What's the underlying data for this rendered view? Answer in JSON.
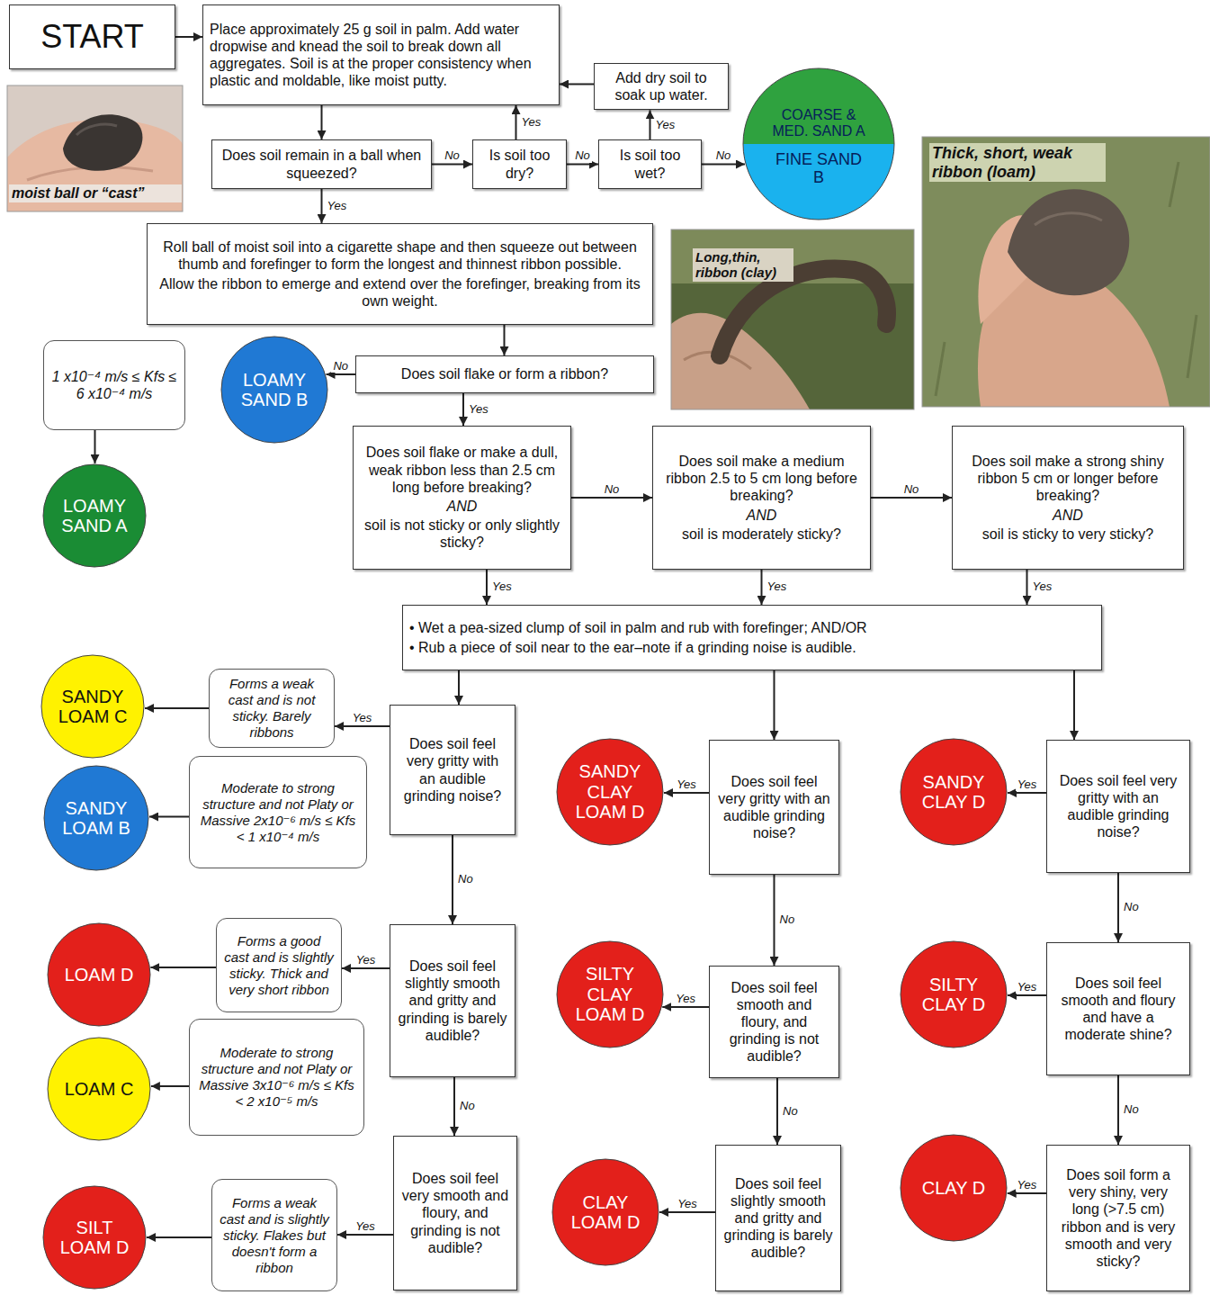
{
  "diagram": {
    "nodes": [
      {
        "text": [
          "START"
        ]
      },
      {
        "text": [
          "Place approximately 25 g soil in palm. Add water dropwise and knead the soil to break down all aggregates. Soil is at the proper consistency when plastic and moldable, like moist putty."
        ]
      },
      {
        "text": [
          "Does soil remain in a ball when squeezed?"
        ]
      },
      {
        "text": [
          "Is soil too dry?"
        ]
      },
      {
        "text": [
          "Add dry soil to soak up water."
        ]
      },
      {
        "text": [
          "Is soil too wet?"
        ]
      },
      {
        "text": [
          "COARSE & MED. SAND A",
          "FINE SAND B"
        ]
      },
      {
        "text": [
          "Roll ball of moist soil into a cigarette shape and then squeeze out between thumb and forefinger to form the longest and thinnest ribbon possible.",
          "Allow the ribbon to emerge and extend over the forefinger, breaking from its own weight."
        ]
      },
      {
        "text": [
          "LOAMY SAND B"
        ]
      },
      {
        "text": [
          "Does soil flake or form a ribbon?"
        ]
      },
      {
        "text": [
          "1 x10⁻⁴ m/s ≤ Kfs ≤ 6 x10⁻⁴ m/s"
        ]
      },
      {
        "text": [
          "LOAMY SAND A"
        ]
      },
      {
        "text": [
          "Does soil flake or make a dull, weak ribbon less than 2.5 cm long before breaking?",
          "AND",
          "soil is not sticky or only slightly sticky?"
        ]
      },
      {
        "text": [
          "Does soil make a medium ribbon 2.5 to 5 cm long before breaking?",
          "AND",
          "soil is moderately sticky?"
        ]
      },
      {
        "text": [
          "Does soil make a strong shiny ribbon 5 cm or longer before breaking?",
          "AND",
          "soil is sticky to very sticky?"
        ]
      },
      {
        "text": [
          "• Wet a pea-sized clump of soil in palm and rub with forefinger; AND/OR",
          "• Rub a piece of soil near to the ear–note if a grinding noise is audible."
        ]
      },
      {
        "text": [
          "Does soil feel very gritty with an audible grinding noise?"
        ]
      },
      {
        "text": [
          "Forms a weak cast and is not sticky. Barely ribbons"
        ]
      },
      {
        "text": [
          "SANDY LOAM C"
        ]
      },
      {
        "text": [
          "Moderate to strong structure and not Platy or Massive 2x10⁻⁶ m/s ≤ Kfs < 1 x10⁻⁴ m/s"
        ]
      },
      {
        "text": [
          "SANDY LOAM B"
        ]
      },
      {
        "text": [
          "SANDY CLAY LOAM D"
        ]
      },
      {
        "text": [
          "Does soil feel very gritty with an audible grinding noise?"
        ]
      },
      {
        "text": [
          "SANDY CLAY D"
        ]
      },
      {
        "text": [
          "Does soil feel very gritty with an audible grinding noise?"
        ]
      },
      {
        "text": [
          "Does soil feel slightly smooth and gritty and grinding is barely audible?"
        ]
      },
      {
        "text": [
          "Forms a good cast and is slightly sticky. Thick and very short ribbon"
        ]
      },
      {
        "text": [
          "LOAM D"
        ]
      },
      {
        "text": [
          "Moderate to strong structure and not Platy or Massive 3x10⁻⁶ m/s ≤ Kfs < 2 x10⁻⁵ m/s"
        ]
      },
      {
        "text": [
          "LOAM C"
        ]
      },
      {
        "text": [
          "SILTY CLAY LOAM D"
        ]
      },
      {
        "text": [
          "Does soil feel smooth and floury, and grinding is not audible?"
        ]
      },
      {
        "text": [
          "SILTY CLAY D"
        ]
      },
      {
        "text": [
          "Does soil feel smooth and floury and have a moderate shine?"
        ]
      },
      {
        "text": [
          "Does soil feel very smooth and floury, and grinding is not audible?"
        ]
      },
      {
        "text": [
          "Forms a weak cast and is slightly sticky. Flakes but doesn't form a ribbon"
        ]
      },
      {
        "text": [
          "SILT LOAM D"
        ]
      },
      {
        "text": [
          "CLAY LOAM D"
        ]
      },
      {
        "text": [
          "Does soil feel slightly smooth and gritty and grinding is barely audible?"
        ]
      },
      {
        "text": [
          "CLAY D"
        ]
      },
      {
        "text": [
          "Does soil form a very shiny, very long (>7.5 cm) ribbon and is very smooth and very sticky?"
        ]
      }
    ],
    "edges": [
      {
        "from": 0,
        "to": 1,
        "arrow": "to"
      },
      {
        "from": 1,
        "to": 2,
        "arrow": "to"
      },
      {
        "from": 2,
        "to": 3,
        "label": "No",
        "arrow": "to"
      },
      {
        "from": 3,
        "to": 1,
        "label": "Yes",
        "arrow": "to"
      },
      {
        "from": 3,
        "to": 5,
        "label": "No",
        "arrow": "to"
      },
      {
        "from": 5,
        "to": 4,
        "label": "Yes",
        "arrow": "to"
      },
      {
        "from": 4,
        "to": 1,
        "arrow": "to"
      },
      {
        "from": 5,
        "to": 6,
        "label": "No",
        "arrow": "to"
      },
      {
        "from": 2,
        "to": 7,
        "label": "Yes",
        "arrow": "to"
      },
      {
        "from": 7,
        "to": 9,
        "arrow": "to"
      },
      {
        "from": 9,
        "to": 8,
        "label": "No",
        "arrow": "to"
      },
      {
        "from": 9,
        "to": 12,
        "label": "Yes",
        "arrow": "to"
      },
      {
        "from": 10,
        "to": 11,
        "arrow": "to"
      },
      {
        "from": 12,
        "to": 13,
        "label": "No",
        "arrow": "to"
      },
      {
        "from": 13,
        "to": 14,
        "label": "No",
        "arrow": "to"
      },
      {
        "from": 12,
        "to": 15,
        "label": "Yes",
        "arrow": "to"
      },
      {
        "from": 13,
        "to": 15,
        "label": "Yes",
        "arrow": "to"
      },
      {
        "from": 14,
        "to": 15,
        "label": "Yes",
        "arrow": "to"
      },
      {
        "from": 15,
        "to": 16,
        "arrow": "to"
      },
      {
        "from": 15,
        "to": 22,
        "arrow": "to"
      },
      {
        "from": 15,
        "to": 24,
        "arrow": "to"
      },
      {
        "from": 16,
        "to": 17,
        "label": "Yes",
        "arrow": "to"
      },
      {
        "from": 17,
        "to": 18,
        "arrow": "to"
      },
      {
        "from": 19,
        "to": 20,
        "arrow": "to"
      },
      {
        "from": 16,
        "to": 25,
        "label": "No",
        "arrow": "to"
      },
      {
        "from": 25,
        "to": 26,
        "label": "Yes",
        "arrow": "to"
      },
      {
        "from": 26,
        "to": 27,
        "arrow": "to"
      },
      {
        "from": 28,
        "to": 29,
        "arrow": "to"
      },
      {
        "from": 25,
        "to": 34,
        "label": "No",
        "arrow": "to"
      },
      {
        "from": 34,
        "to": 35,
        "label": "Yes",
        "arrow": "to"
      },
      {
        "from": 35,
        "to": 36,
        "arrow": "to"
      },
      {
        "from": 22,
        "to": 21,
        "label": "Yes",
        "arrow": "to"
      },
      {
        "from": 22,
        "to": 31,
        "label": "No",
        "arrow": "to"
      },
      {
        "from": 31,
        "to": 30,
        "label": "Yes",
        "arrow": "to"
      },
      {
        "from": 31,
        "to": 38,
        "label": "No",
        "arrow": "to"
      },
      {
        "from": 38,
        "to": 37,
        "label": "Yes",
        "arrow": "to"
      },
      {
        "from": 24,
        "to": 23,
        "label": "Yes",
        "arrow": "to"
      },
      {
        "from": 24,
        "to": 33,
        "label": "No",
        "arrow": "to"
      },
      {
        "from": 33,
        "to": 32,
        "label": "Yes",
        "arrow": "to"
      },
      {
        "from": 33,
        "to": 40,
        "label": "No",
        "arrow": "to"
      },
      {
        "from": 40,
        "to": 39,
        "label": "Yes",
        "arrow": "to"
      }
    ],
    "labels": [
      "moist ball or “cast”",
      "Long,thin, ribbon (clay)",
      "Thick, short, weak ribbon (loam)"
    ]
  }
}
